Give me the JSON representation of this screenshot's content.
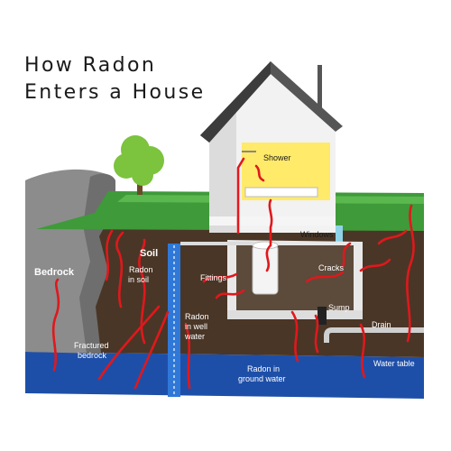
{
  "title": {
    "line1": "How Radon",
    "line2": "Enters a House"
  },
  "labels": {
    "shower": "Shower",
    "soil": "Soil",
    "bedrock": "Bedrock",
    "radon_in_soil_1": "Radon",
    "radon_in_soil_2": "in soil",
    "fittings": "Fittings",
    "windows": "Windows",
    "cracks": "Cracks",
    "sump": "Sump",
    "drain": "Drain",
    "radon_in_well_water_1": "Radon",
    "radon_in_well_water_2": "in well",
    "radon_in_well_water_3": "water",
    "fractured_bedrock_1": "Fractured",
    "fractured_bedrock_2": "bedrock",
    "radon_in_ground_water_1": "Radon in",
    "radon_in_ground_water_2": "ground water",
    "water_table": "Water table"
  },
  "colors": {
    "arrow": "#e0181c",
    "grass": "#3f9a3a",
    "soil": "#4a3626",
    "water": "#1e4fa8",
    "bedrock": "#8c8c8c",
    "house_wall": "#f2f2f2",
    "roof": "#555555",
    "interior": "#ffea6a"
  }
}
